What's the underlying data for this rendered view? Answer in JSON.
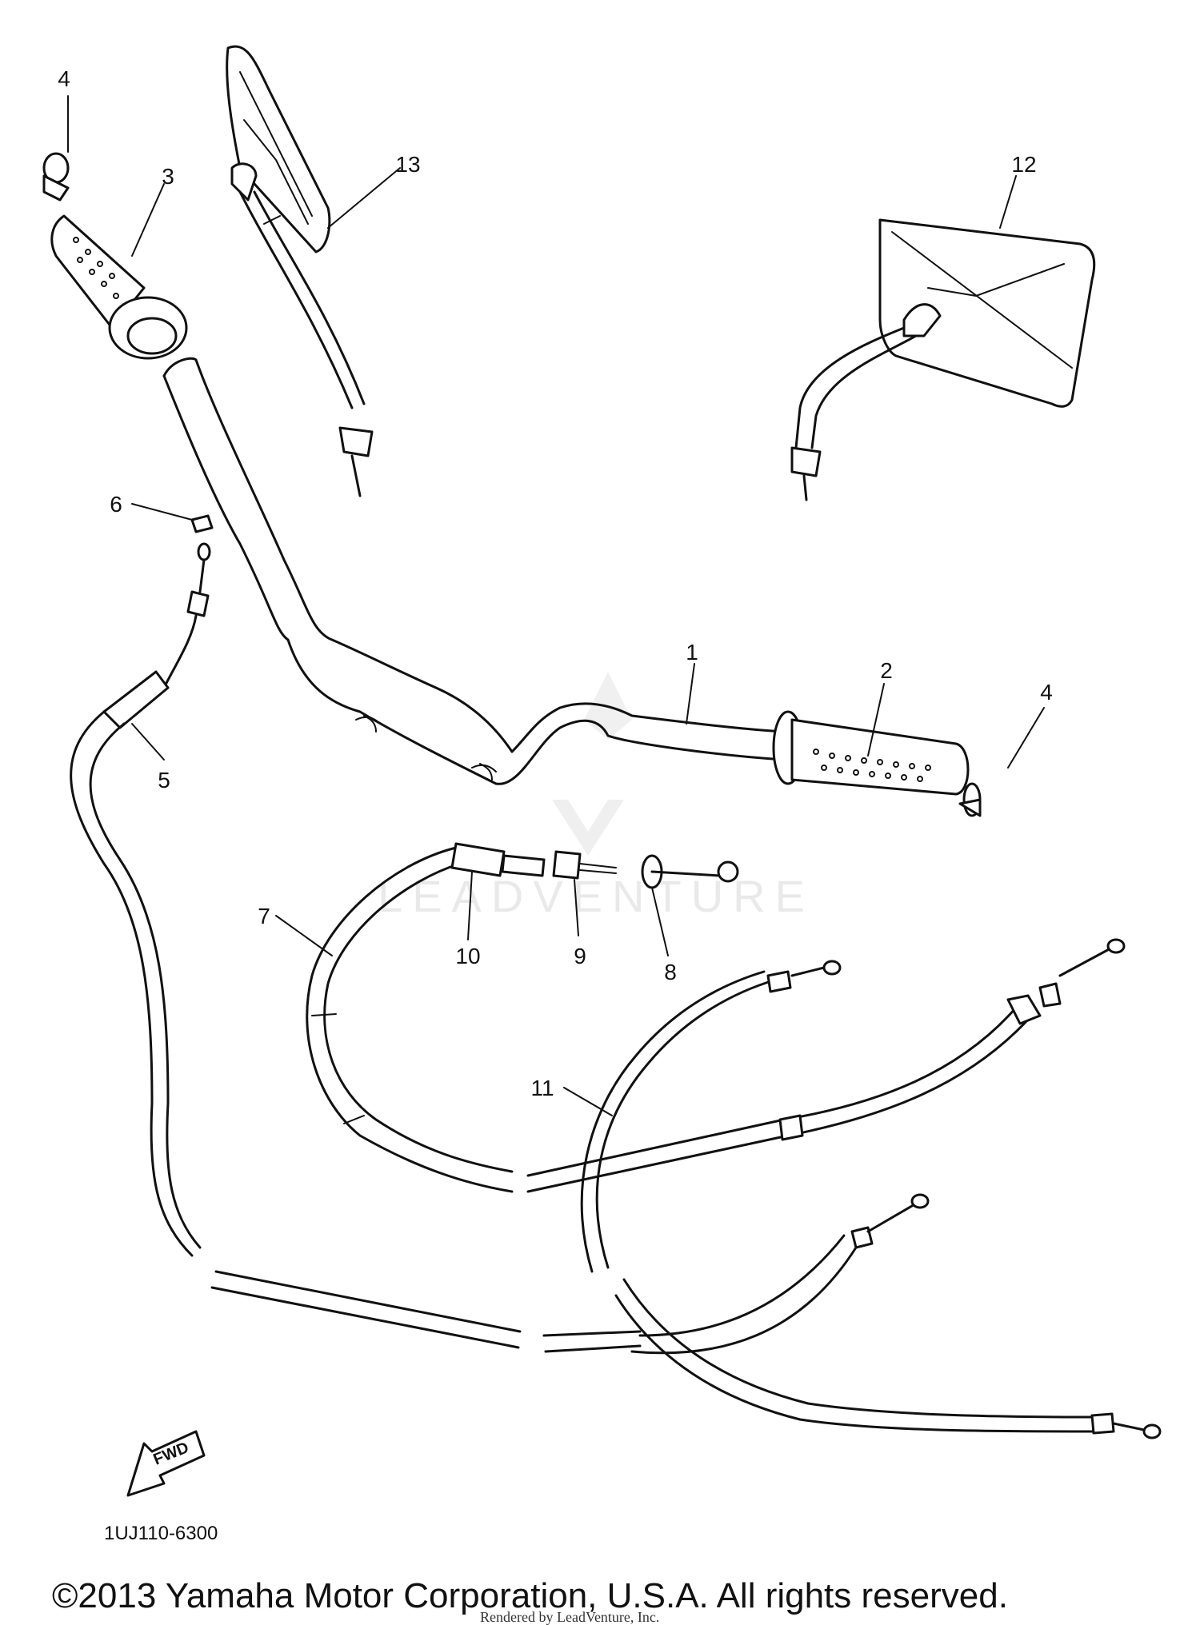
{
  "watermark": {
    "text": "LEADVENTURE"
  },
  "callouts": {
    "c1": "1",
    "c2": "2",
    "c3": "3",
    "c4a": "4",
    "c4b": "4",
    "c5": "5",
    "c6": "6",
    "c7": "7",
    "c8": "8",
    "c9": "9",
    "c10": "10",
    "c11": "11",
    "c12": "12",
    "c13": "13"
  },
  "fwd_label": "FWD",
  "diagram_code": "1UJ110-6300",
  "copyright": "©2013 Yamaha Motor Corporation, U.S.A. All rights reserved.",
  "rendered_by": "Rendered by LeadVenture, Inc.",
  "colors": {
    "ink": "#111111",
    "background": "#ffffff",
    "watermark": "#e9e9e9"
  }
}
